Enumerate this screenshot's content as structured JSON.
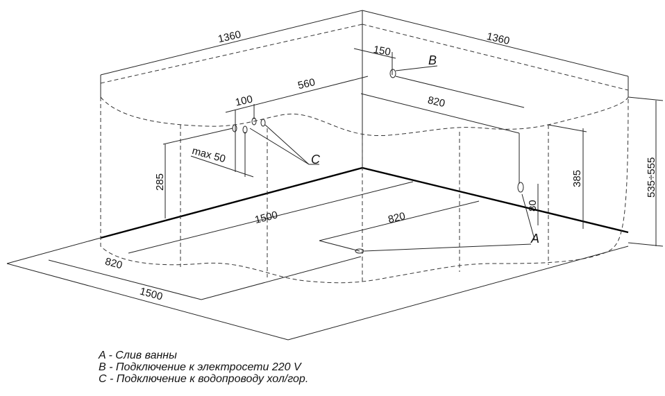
{
  "dimensions": {
    "top_left_width": "1360",
    "top_right_width": "1360",
    "b_offset": "150",
    "c_offset_560": "560",
    "c_spacing": "100",
    "c_depth_max": "max 50",
    "c_height": "285",
    "b_to_a_820": "820",
    "height_385": "385",
    "height_total": "535÷555",
    "a_height_80": "80",
    "floor_left_1500": "1500",
    "floor_right_820": "820",
    "front_820": "820",
    "front_1500": "1500"
  },
  "markers": {
    "a": "A",
    "b": "B",
    "c": "C"
  },
  "legend": [
    "A - Слив ванны",
    "B - Подключение к электросети 220 V",
    "C - Подключение к водопроводу хол/гор."
  ]
}
